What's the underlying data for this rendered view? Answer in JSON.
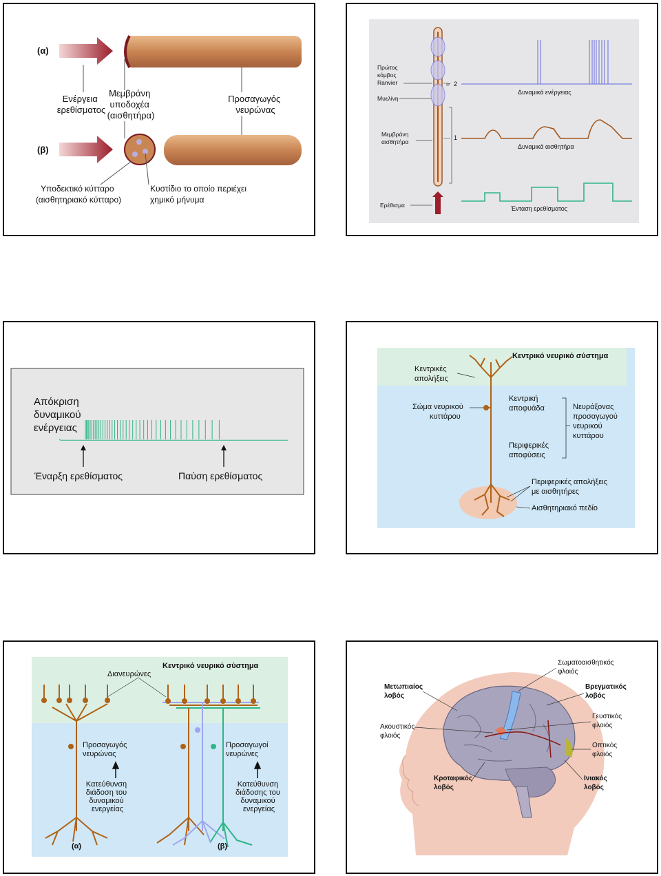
{
  "slide1": {
    "label_a": "(α)",
    "label_b": "(β)",
    "stimulus_energy": [
      "Ενέργεια",
      "ερεθίσματος"
    ],
    "receptor_membrane": [
      "Μεμβράνη",
      "υποδοχέα",
      "(αισθητήρα)"
    ],
    "afferent_neuron": [
      "Προσαγωγός",
      "νευρώνας"
    ],
    "receptor_cell": [
      "Υποδεκτικό κύτταρο",
      "(αισθητηριακό κύτταρο)"
    ],
    "vesicle": [
      "Κυστίδιο το οποίο περιέχει",
      "χημικό μήνυμα"
    ]
  },
  "slide2": {
    "first_node": [
      "Πρώτος",
      "κόμβος",
      "Ranvier"
    ],
    "myelin": "Μυελίνη",
    "sensor_membrane": [
      "Μεμβράνη",
      "αισθητήρα"
    ],
    "stimulus": "Ερέθισμα",
    "marker_2": "2",
    "marker_1": "1",
    "action_potentials": "Δυναμικά ενέργειας",
    "receptor_potentials": "Δυναμικά αισθητήρα",
    "stimulus_intensity": "Ένταση ερεθίσματος",
    "colors": {
      "spikes": "#7b7fe0",
      "receptor": "#a2561b",
      "stimulus": "#2fb586"
    }
  },
  "slide3": {
    "title": [
      "Απόκριση",
      "δυναμικού",
      "ενέργειας"
    ],
    "start": "Έναρξη ερεθίσματος",
    "stop": "Παύση ερεθίσματος",
    "trace_color": "#2fb586"
  },
  "slide4": {
    "cns": "Κεντρικό νευρικό σύστημα",
    "central_endings": [
      "Κεντρικές",
      "απολήξεις"
    ],
    "cell_body": [
      "Σώμα νευρικού",
      "κυττάρου"
    ],
    "central_branch": [
      "Κεντρική",
      "αποφυάδα"
    ],
    "peripheral_branches": [
      "Περιφερικές",
      "αποφύσεις"
    ],
    "axon": [
      "Νευράξονας",
      "προσαγωγού",
      "νευρικού",
      "κυττάρου"
    ],
    "peripheral_endings": [
      "Περιφερικές απολήξεις",
      "με αισθητήρες"
    ],
    "receptive_field": "Αισθητηριακό πεδίο"
  },
  "slide5": {
    "cns": "Κεντρικό νευρικό σύστημα",
    "interneurons": "Διανευρώνες",
    "afferent_single": [
      "Προσαγωγός",
      "νευρώνας"
    ],
    "afferent_plural": [
      "Προσαγωγοί",
      "νευρώνες"
    ],
    "direction_a": [
      "Κατεύθυνση",
      "διάδοση του",
      "δυναμικού",
      "ενεργείας"
    ],
    "direction_b": [
      "Κατεύθυνση",
      "διάδοσης του",
      "δυναμικού",
      "ενεργείας"
    ],
    "label_a": "(α)",
    "label_b": "(β)"
  },
  "slide6": {
    "somatosensory": [
      "Σωματοαισθητικός",
      "φλοιός"
    ],
    "frontal": [
      "Μετωπιαίος",
      "λοβός"
    ],
    "parietal": [
      "Βρεγματικός",
      "λοβός"
    ],
    "auditory": [
      "Ακουστικός",
      "φλοιός"
    ],
    "gustatory": [
      "Γευστικός",
      "φλοιός"
    ],
    "visual": [
      "Οπτικός",
      "φλοιός"
    ],
    "temporal": [
      "Κροταφικός",
      "λοβός"
    ],
    "occipital": [
      "Ινιακός",
      "λοβός"
    ]
  }
}
